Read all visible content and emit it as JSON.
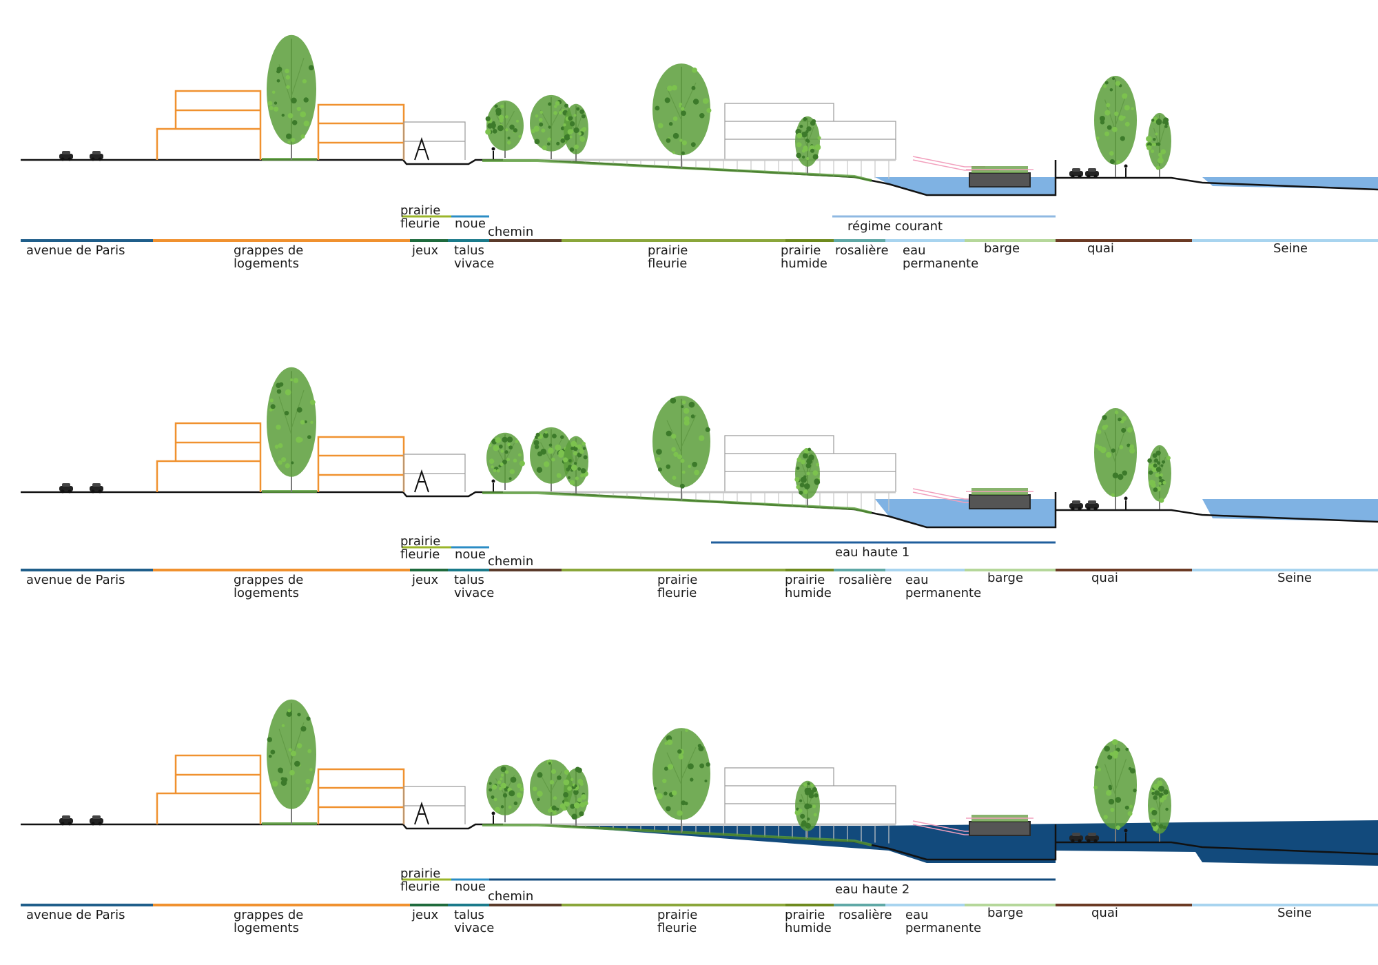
{
  "colors": {
    "ground": "#111111",
    "building": "#f0912f",
    "grey_building": "#9a9a9a",
    "tree": "#5a9e3a",
    "tree_dark": "#3c7a2a",
    "water_normal": "#7fb2e3",
    "water_flood": "#124a7c",
    "pink": "#f2a0bd",
    "walkway": "#c8c8c8"
  },
  "sections": [
    {
      "scenario_label": "régime courant",
      "scenario_line_color": "#8fb8e2",
      "water_mode": "normal"
    },
    {
      "scenario_label": "eau haute 1",
      "scenario_line_color": "#1f5e9c",
      "water_mode": "high1"
    },
    {
      "scenario_label": "eau haute 2",
      "scenario_line_color": "#124a7c",
      "water_mode": "high2"
    }
  ],
  "zones": [
    {
      "label": "avenue de Paris",
      "color": "#1f5e8a"
    },
    {
      "label": "grappes de\nlogements",
      "color": "#f0912f"
    },
    {
      "label": "jeux",
      "color": "#1e6a3c"
    },
    {
      "label": "talus\nvivace",
      "color": "#1a7a8a"
    },
    {
      "label": "chemin",
      "color": "#5a3a2a"
    },
    {
      "label": "prairie\nfleurie",
      "color": "#8aa63a"
    },
    {
      "label": "prairie\nhumide",
      "color": "#6e8a1e"
    },
    {
      "label": "rosalière",
      "color": "#5fa8a6"
    },
    {
      "label": "eau\npermanente",
      "color": "#a8d4ef"
    },
    {
      "label": "barge",
      "color": "#b5d79a"
    },
    {
      "label": "quai",
      "color": "#6b3a24"
    },
    {
      "label": "Seine",
      "color": "#a8d4ef"
    }
  ],
  "upper_labels": [
    {
      "label": "prairie\nfleurie",
      "color": "#9ab52a"
    },
    {
      "label": "noue",
      "color": "#2b8cc4"
    }
  ]
}
